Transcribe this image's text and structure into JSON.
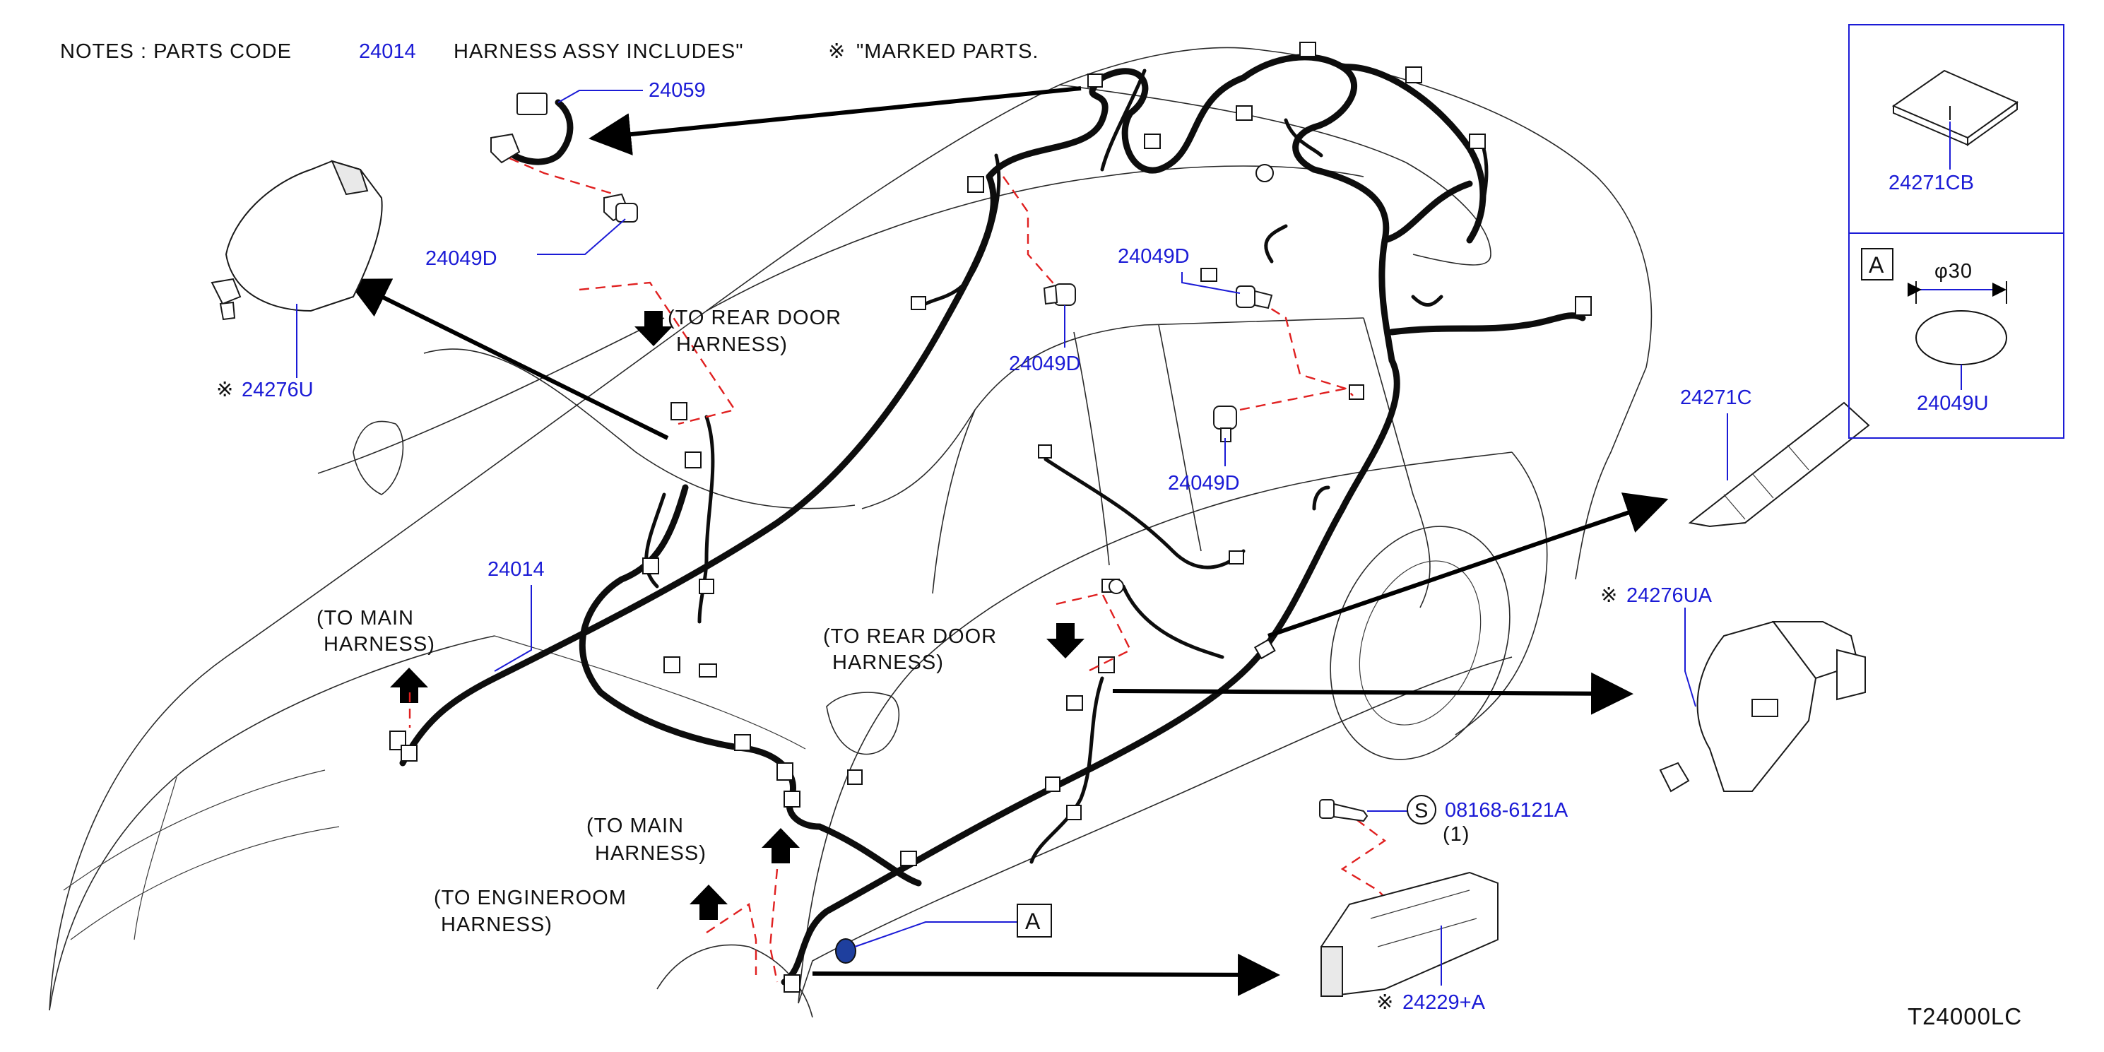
{
  "notes": {
    "prefix": "NOTES  :  PARTS   CODE",
    "code": "24014",
    "middle": "HARNESS   ASSY   INCLUDES\"",
    "marked": "\"MARKED   PARTS."
  },
  "symbols": {
    "mark": "※",
    "screw": "S",
    "detail": "A"
  },
  "labels": {
    "p24059": "24059",
    "p24049D_a": "24049D",
    "p24276U": "24276U",
    "p24049D_b": "24049D",
    "p24049D_c": "24049D",
    "p24049D_d": "24049D",
    "p24014": "24014",
    "p24271C": "24271C",
    "p24276UA": "24276UA",
    "p08168": "08168-6121A",
    "qty": "(1)",
    "p24229": "24229+A",
    "p24271CB": "24271CB",
    "p24049U": "24049U",
    "phi": "φ30",
    "diagram_id": "T24000LC"
  },
  "annotations": {
    "rear_door_1_line1": "(TO   REAR   DOOR",
    "rear_door_1_line2": "HARNESS)",
    "main_1_line1": "(TO   MAIN",
    "main_1_line2": "HARNESS)",
    "rear_door_2_line1": "(TO   REAR   DOOR",
    "rear_door_2_line2": "HARNESS)",
    "main_2_line1": "(TO   MAIN",
    "main_2_line2": "HARNESS)",
    "engineroom_line1": "(TO   ENGINEROOM",
    "engineroom_line2": "HARNESS)"
  },
  "colors": {
    "part_number": "#1b1bd6",
    "text": "#111111",
    "dashed_leader": "#e02020",
    "plug_fill": "#1e3f9e"
  }
}
